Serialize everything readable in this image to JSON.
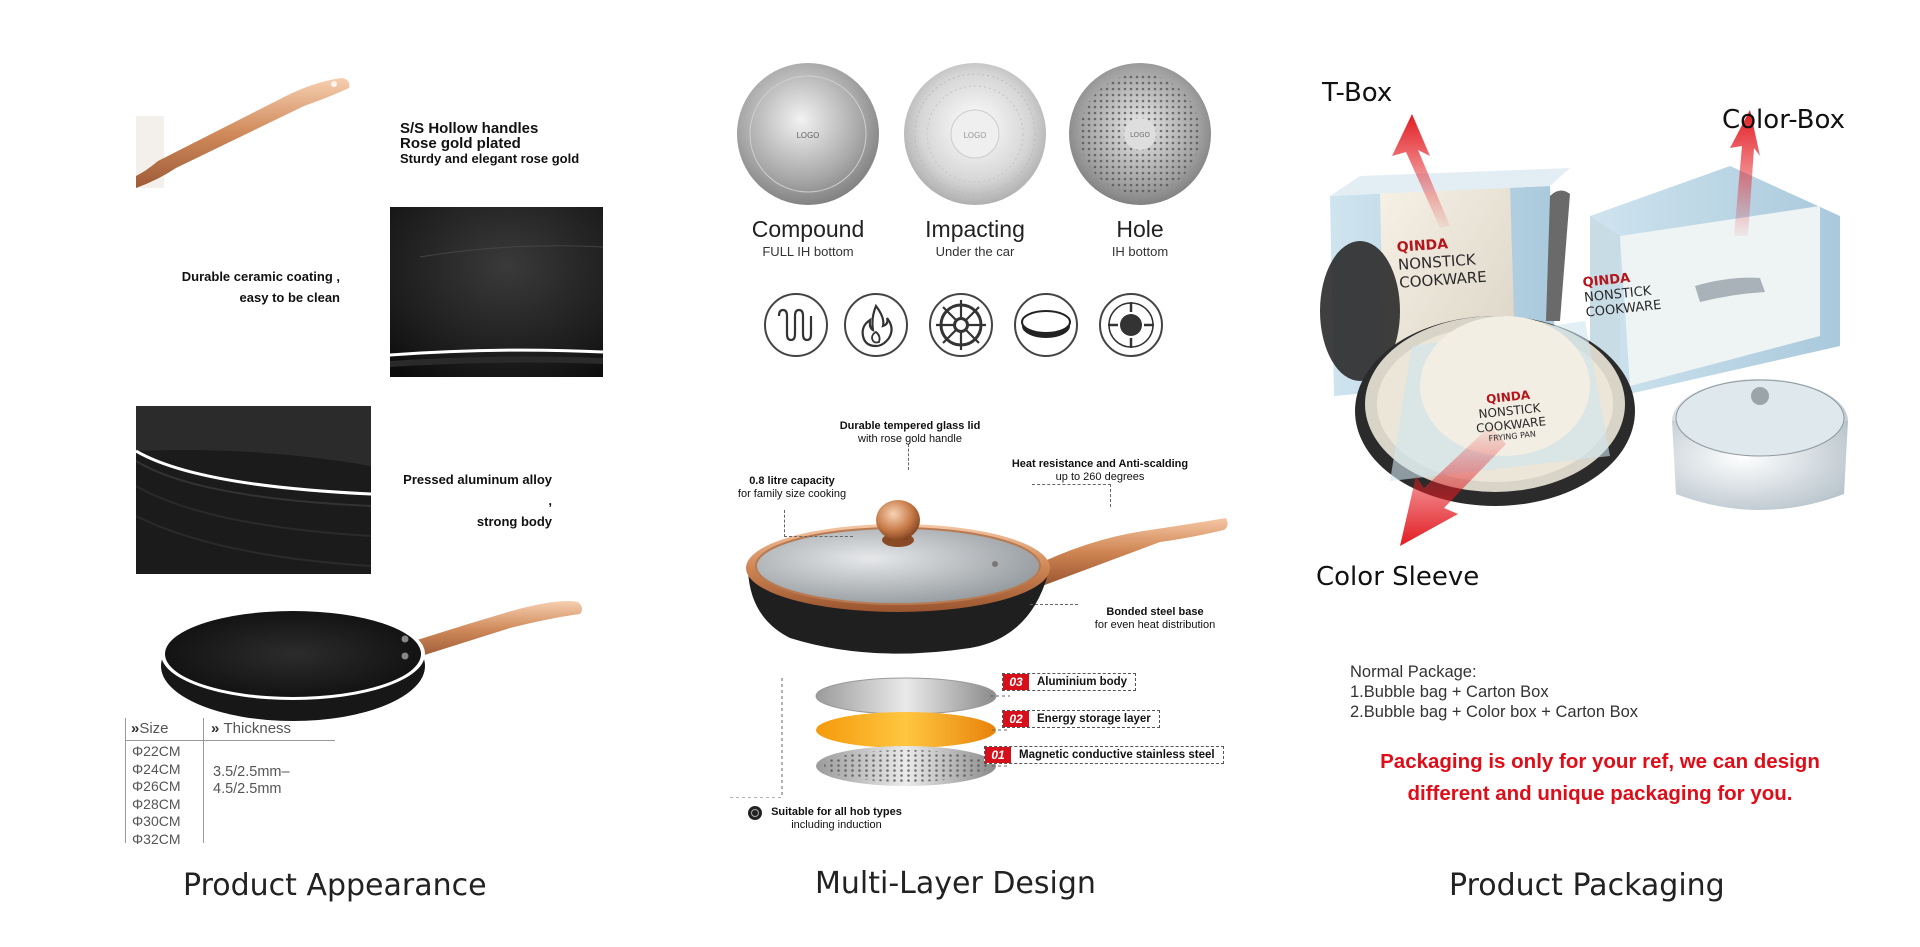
{
  "appearance": {
    "caption": "Product Appearance",
    "handle_feature": {
      "line1": "S/S Hollow handles",
      "line2": "Rose gold plated",
      "line3": "Sturdy and elegant rose gold"
    },
    "coating_feature": {
      "line1": "Durable ceramic coating ,",
      "line2": "easy to be clean"
    },
    "body_feature": {
      "line1": "Pressed aluminum alloy ,",
      "line2": "strong body"
    },
    "size_table": {
      "size_header": "Size",
      "thickness_header": "Thickness",
      "sizes": [
        "Φ22CM",
        "Φ24CM",
        "Φ26CM",
        "Φ28CM",
        "Φ30CM",
        "Φ32CM"
      ],
      "thickness_lines": [
        "3.5/2.5mm–",
        "4.5/2.5mm"
      ]
    }
  },
  "multilayer": {
    "caption": "Multi-Layer Design",
    "bottoms": [
      {
        "name": "Compound",
        "sub": "FULL IH bottom",
        "logo": "LOGO"
      },
      {
        "name": "Impacting",
        "sub": "Under the car",
        "logo": "LOGO"
      },
      {
        "name": "Hole",
        "sub": "IH bottom",
        "logo": "LOGO"
      }
    ],
    "hob_icons": [
      "induction-coil-icon",
      "gas-flame-icon",
      "gas-burner-icon",
      "electric-plate-icon",
      "halogen-hob-icon"
    ],
    "callouts": {
      "lid": {
        "bold": "Durable tempered glass lid",
        "normal": "with rose gold handle"
      },
      "capacity": {
        "bold": "0.8 litre capacity",
        "normal": "for family size cooking"
      },
      "heat": {
        "bold": "Heat resistance and Anti-scalding",
        "normal": "up to 260 degrees"
      },
      "base": {
        "bold": "Bonded steel base",
        "normal": "for even heat distribution"
      },
      "hob": {
        "bold": "Suitable for all hob types",
        "normal": "including induction"
      }
    },
    "layers": [
      {
        "num": "03",
        "label": "Aluminium body"
      },
      {
        "num": "02",
        "label": "Energy storage layer"
      },
      {
        "num": "01",
        "label": "Magnetic conductive stainless steel"
      }
    ],
    "colors": {
      "rose_gold": "#c9865a",
      "accent_red": "#d6101a",
      "orange_layer": "#f59a0c"
    }
  },
  "packaging": {
    "caption": "Product Packaging",
    "tbox_label": "T-Box",
    "colorbox_label": "Color-Box",
    "sleeve_label": "Color Sleeve",
    "box_text": {
      "brand": "QINDA",
      "line1": "NONSTICK",
      "line2": "COOKWARE",
      "frying_pan": "FRYING PAN"
    },
    "normal_package": {
      "title": "Normal Package:",
      "item1": "1.Bubble bag + Carton Box",
      "item2": "2.Bubble bag + Color box + Carton Box"
    },
    "note": {
      "line1": "Packaging is only for your ref, we can design",
      "line2": "different and unique packaging for you."
    },
    "colors": {
      "arrow_red": "#e21c22",
      "note_red": "#e00d18"
    }
  }
}
